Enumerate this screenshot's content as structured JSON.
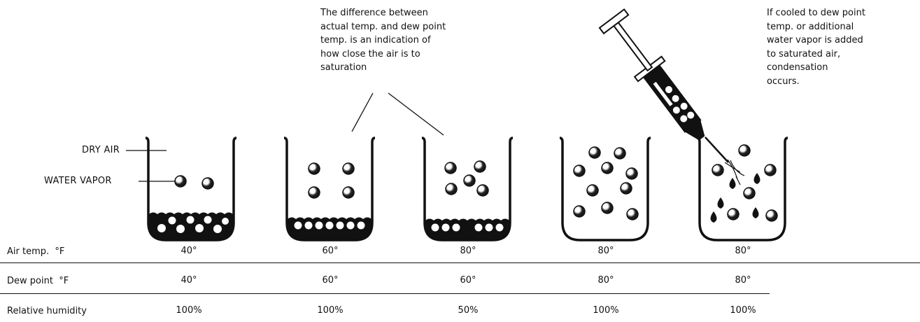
{
  "annotations": {
    "difference_note": [
      "The difference between",
      "actual temp. and dew point",
      "temp. is an indication of",
      "how close the air is to",
      "saturation"
    ],
    "condensation_note": [
      "If cooled to dew point",
      "temp. or additional",
      "water vapor is added",
      "to saturated air,",
      "condensation",
      "occurs."
    ]
  },
  "labels": {
    "dry_air": "DRY AIR",
    "water_vapor": "WATER VAPOR"
  },
  "table": {
    "rows": [
      {
        "label": "Air temp.  °F",
        "values": [
          "40°",
          "60°",
          "80°",
          "80°",
          "80°"
        ]
      },
      {
        "label": "Dew point  °F",
        "values": [
          "40°",
          "60°",
          "60°",
          "80°",
          "80°"
        ]
      },
      {
        "label": "Relative humidity",
        "values": [
          "100%",
          "100%",
          "50%",
          "100%",
          "100%"
        ]
      }
    ]
  },
  "colors": {
    "ink": "#111111",
    "background": "#ffffff"
  }
}
